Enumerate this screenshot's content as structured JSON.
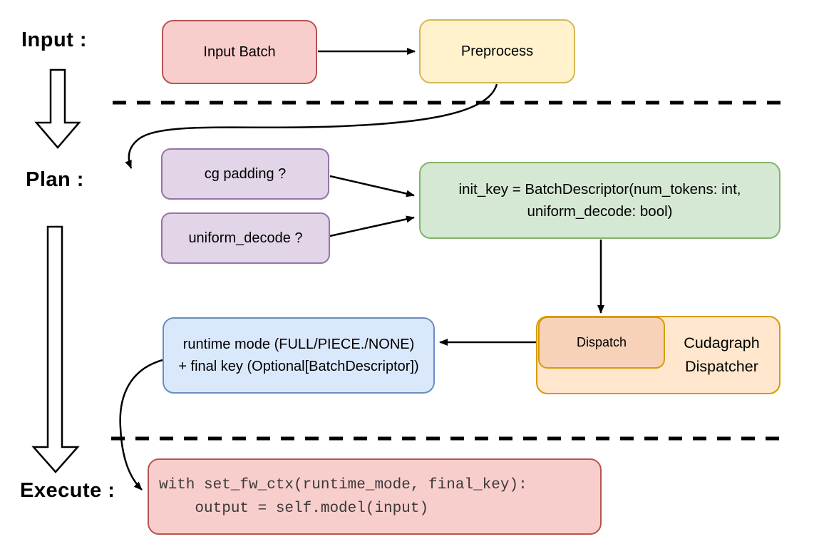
{
  "labels": {
    "input": "Input :",
    "plan": "Plan :",
    "execute": "Execute :"
  },
  "nodes": {
    "input_batch": {
      "label": "Input Batch",
      "fill": "#f8cecc",
      "stroke": "#b85450"
    },
    "preprocess": {
      "label": "Preprocess",
      "fill": "#fff2cc",
      "stroke": "#d6b656"
    },
    "cg_padding": {
      "label": "cg padding ?",
      "fill": "#e1d5e7",
      "stroke": "#9673a6"
    },
    "uniform_decode": {
      "label": "uniform_decode ?",
      "fill": "#e1d5e7",
      "stroke": "#9673a6"
    },
    "init_key": {
      "line1": "init_key = BatchDescriptor(num_tokens: int,",
      "line2": "uniform_decode: bool)",
      "fill": "#d5e8d4",
      "stroke": "#82b366"
    },
    "dispatch": {
      "label": "Dispatch",
      "fill": "#f8d2b8",
      "stroke": "#d79b00"
    },
    "cudagraph_dispatcher": {
      "line1": "Cudagraph",
      "line2": "Dispatcher",
      "fill": "#ffe6cc",
      "stroke": "#d79b00"
    },
    "runtime_mode": {
      "line1": "runtime mode (FULL/PIECE./NONE)",
      "line2": "+ final key (Optional[BatchDescriptor])",
      "fill": "#dae8fc",
      "stroke": "#6c8ebf"
    },
    "execute_code": {
      "line1": "with set_fw_ctx(runtime_mode, final_key):",
      "line2": "    output = self.model(input)",
      "fill": "#f8cecc",
      "stroke": "#b85450",
      "text_color": "#3a3a3a"
    }
  },
  "connector_color": "#000000"
}
